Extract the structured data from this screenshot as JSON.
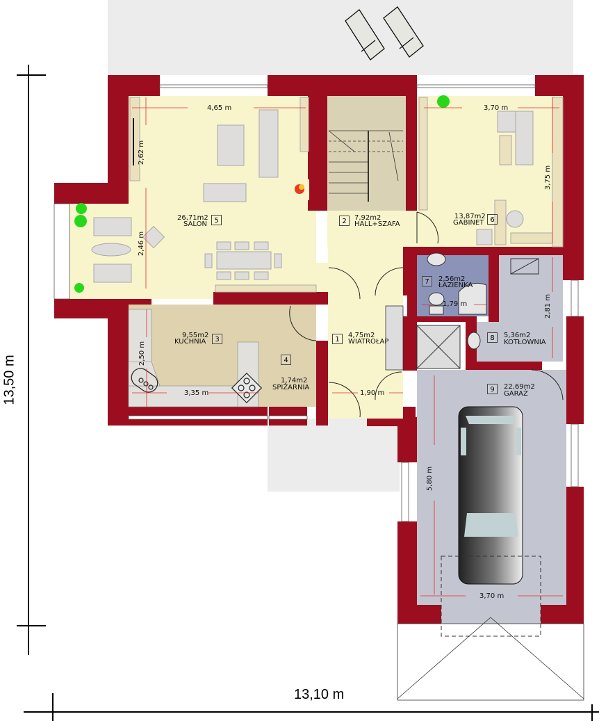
{
  "plan": {
    "overall_width": "13,10 m",
    "overall_height": "13,50 m",
    "colors": {
      "wall": "#9b0d1f",
      "living_floor": "#f8f5cc",
      "kitchen_floor": "#ded3ae",
      "bath_floor": "#8b93b8",
      "garage_floor": "#c3c6d0",
      "terrace": "#ececec",
      "dimension_line": "#e8282a"
    },
    "rooms": [
      {
        "number": "1",
        "area": "4,75m2",
        "name": "WIATROŁAP"
      },
      {
        "number": "2",
        "area": "7,92m2",
        "name": "HALL+SZAFA"
      },
      {
        "number": "3",
        "area": "9,55m2",
        "name": "KUCHNIA"
      },
      {
        "number": "4",
        "area": "1,74m2",
        "name": "SPIŻARNIA"
      },
      {
        "number": "5",
        "area": "26,71m2",
        "name": "SALON"
      },
      {
        "number": "6",
        "area": "13,87m2",
        "name": "GABINET"
      },
      {
        "number": "7",
        "area": "2,56m2",
        "name": "ŁAZIENKA"
      },
      {
        "number": "8",
        "area": "5,36m2",
        "name": "KOTŁOWNIA"
      },
      {
        "number": "9",
        "area": "22,69m2",
        "name": "GARAŻ"
      }
    ],
    "dimensions": {
      "salon_width": "4,65 m",
      "salon_depth_upper": "2,62 m",
      "salon_depth_lower": "2,46 m",
      "gabinet_width": "3,70 m",
      "gabinet_depth": "3,75 m",
      "lazienka_width": "1,79 m",
      "kotlownia_depth": "2,81 m",
      "kuchnia_depth": "2,50 m",
      "kuchnia_width": "3,35 m",
      "wiatrolap_width": "1,90 m",
      "garaz_depth": "5,80 m",
      "garaz_width": "3,70 m"
    }
  }
}
